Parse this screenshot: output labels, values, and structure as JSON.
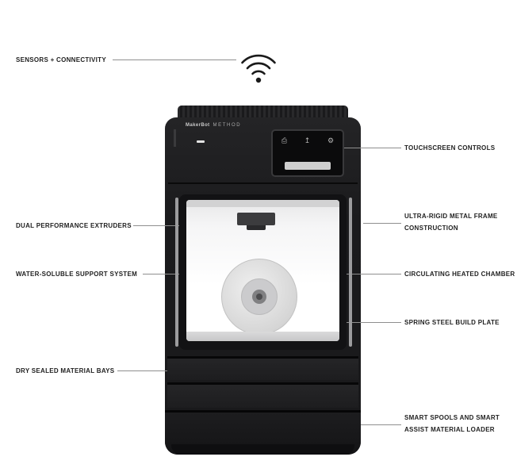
{
  "printer": {
    "brand": "MakerBot",
    "model": "METHOD"
  },
  "touchscreen_icons": {
    "print": "⎙",
    "extrude": "↥",
    "settings": "⚙"
  },
  "callouts": {
    "sensors": {
      "label": "SENSORS + CONNECTIVITY"
    },
    "touchscreen": {
      "label": "TOUCHSCREEN CONTROLS"
    },
    "extruders": {
      "label": "DUAL PERFORMANCE EXTRUDERS"
    },
    "frame": {
      "label": "ULTRA-RIGID METAL FRAME CONSTRUCTION"
    },
    "support": {
      "label": "WATER-SOLUBLE SUPPORT SYSTEM"
    },
    "chamber": {
      "label": "CIRCULATING HEATED CHAMBER"
    },
    "build_plate": {
      "label": "SPRING STEEL BUILD PLATE"
    },
    "material_bays": {
      "label": "DRY SEALED MATERIAL BAYS"
    },
    "smart_spools": {
      "label": "SMART SPOOLS AND SMART ASSIST MATERIAL LOADER"
    }
  },
  "colors": {
    "printer_body": "#1c1c1e",
    "label_text": "#1f1f1f",
    "leader_line": "#8f8f8f",
    "screen": "#0b0b0c"
  }
}
